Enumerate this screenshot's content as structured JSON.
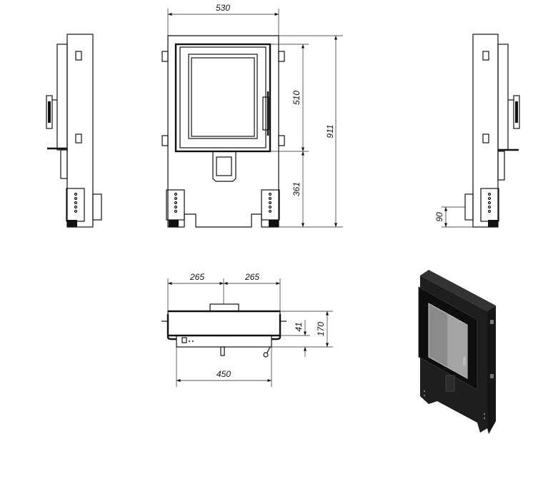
{
  "front_view": {
    "width_label": "530",
    "door_height_label": "510",
    "base_height_label": "361",
    "total_height_label": "911"
  },
  "right_side_view": {
    "base_offset_label": "90"
  },
  "top_view": {
    "left_half_label": "265",
    "right_half_label": "265",
    "bottom_width_label": "450",
    "offset_label": "41",
    "depth_label": "170"
  },
  "colors": {
    "line": "#111111",
    "render_body": "#1e1e1e",
    "render_glass": "#8a8a8a"
  }
}
